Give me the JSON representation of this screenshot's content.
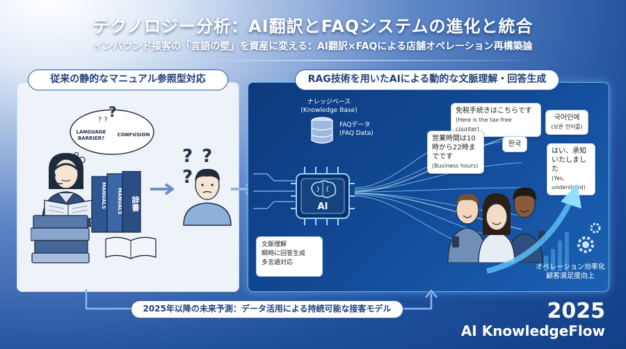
{
  "title": "テクノロジー分析：AI翻訳とFAQシステムの進化と統合",
  "subtitle": "インバウンド接客の「言語の壁」を資産に変える：AI翻訳×FAQによる店舗オペレーション再構築論",
  "left": {
    "header": "従来の静的なマニュアル参照型対応",
    "bubble_texts": [
      "LANGUAGE BARRIER?",
      "CONFUSION"
    ],
    "book_labels": [
      "MANUALS",
      "MANUALS",
      "辞書"
    ],
    "question_marks": "? ? ?"
  },
  "right": {
    "header": "RAG技術を用いたAIによる動的な文脈理解・回答生成",
    "kb_label": "ナレッジベース",
    "kb_label_en": "(Knowledge Base)",
    "faq_label": "FAQデータ",
    "faq_label_en": "(FAQ Data)",
    "chip_label": "AI",
    "ai_features": [
      "文脈理解",
      "瞬時に回答生成",
      "多言語対応"
    ],
    "bubbles": {
      "taxfree": "免税手続きはこちらです",
      "taxfree_en": "(Here is the tax-free counter)",
      "korean_q": "국어인에",
      "korean_q_sub": "(보른 안어를)",
      "hours": "営業時間は10時から22時までです",
      "hours_en": "(Business hours)",
      "korean": "한국",
      "yes": "はい、承知いたしました",
      "yes_en": "(Yes, understood)"
    },
    "outcomes": [
      "オペレーション効率化",
      "顧客満足度向上"
    ]
  },
  "bottom_bar": "2025年以降の未来予測：データ活用による持続可能な接客モデル",
  "brand": {
    "year": "2025",
    "name": "AI KnowledgeFlow"
  },
  "colors": {
    "accent": "#2a5da8",
    "dark_panel": "#134c9a",
    "glow": "#6fb0ef"
  }
}
